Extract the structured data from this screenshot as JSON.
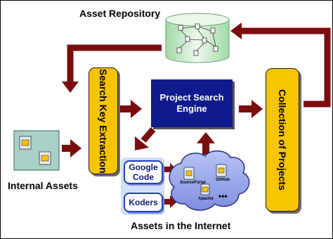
{
  "title": "Asset Repository",
  "search_key": "Search Key Extraction",
  "engine": "Project Search Engine",
  "collection": "Collection of Projects",
  "internal": "Internal Assets",
  "internet": "Assets in the Internet",
  "sources": {
    "google": "Google Code",
    "koders": "Koders"
  },
  "cloud": {
    "sf": "SourceForge",
    "gh": "GitHub",
    "apache": "Apache",
    "more": "•••"
  }
}
